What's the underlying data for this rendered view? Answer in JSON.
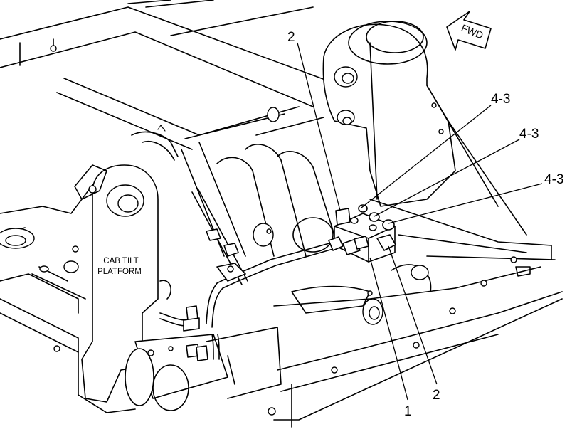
{
  "direction_arrow": {
    "label": "FWD"
  },
  "platform_label": {
    "line1": "CAB TILT",
    "line2": "PLATFORM"
  },
  "callouts": {
    "top_left_2": "2",
    "bottom_2": "2",
    "bottom_1": "1",
    "upper_4_3": "4-3",
    "middle_4_3": "4-3",
    "lower_4_3": "4-3"
  }
}
